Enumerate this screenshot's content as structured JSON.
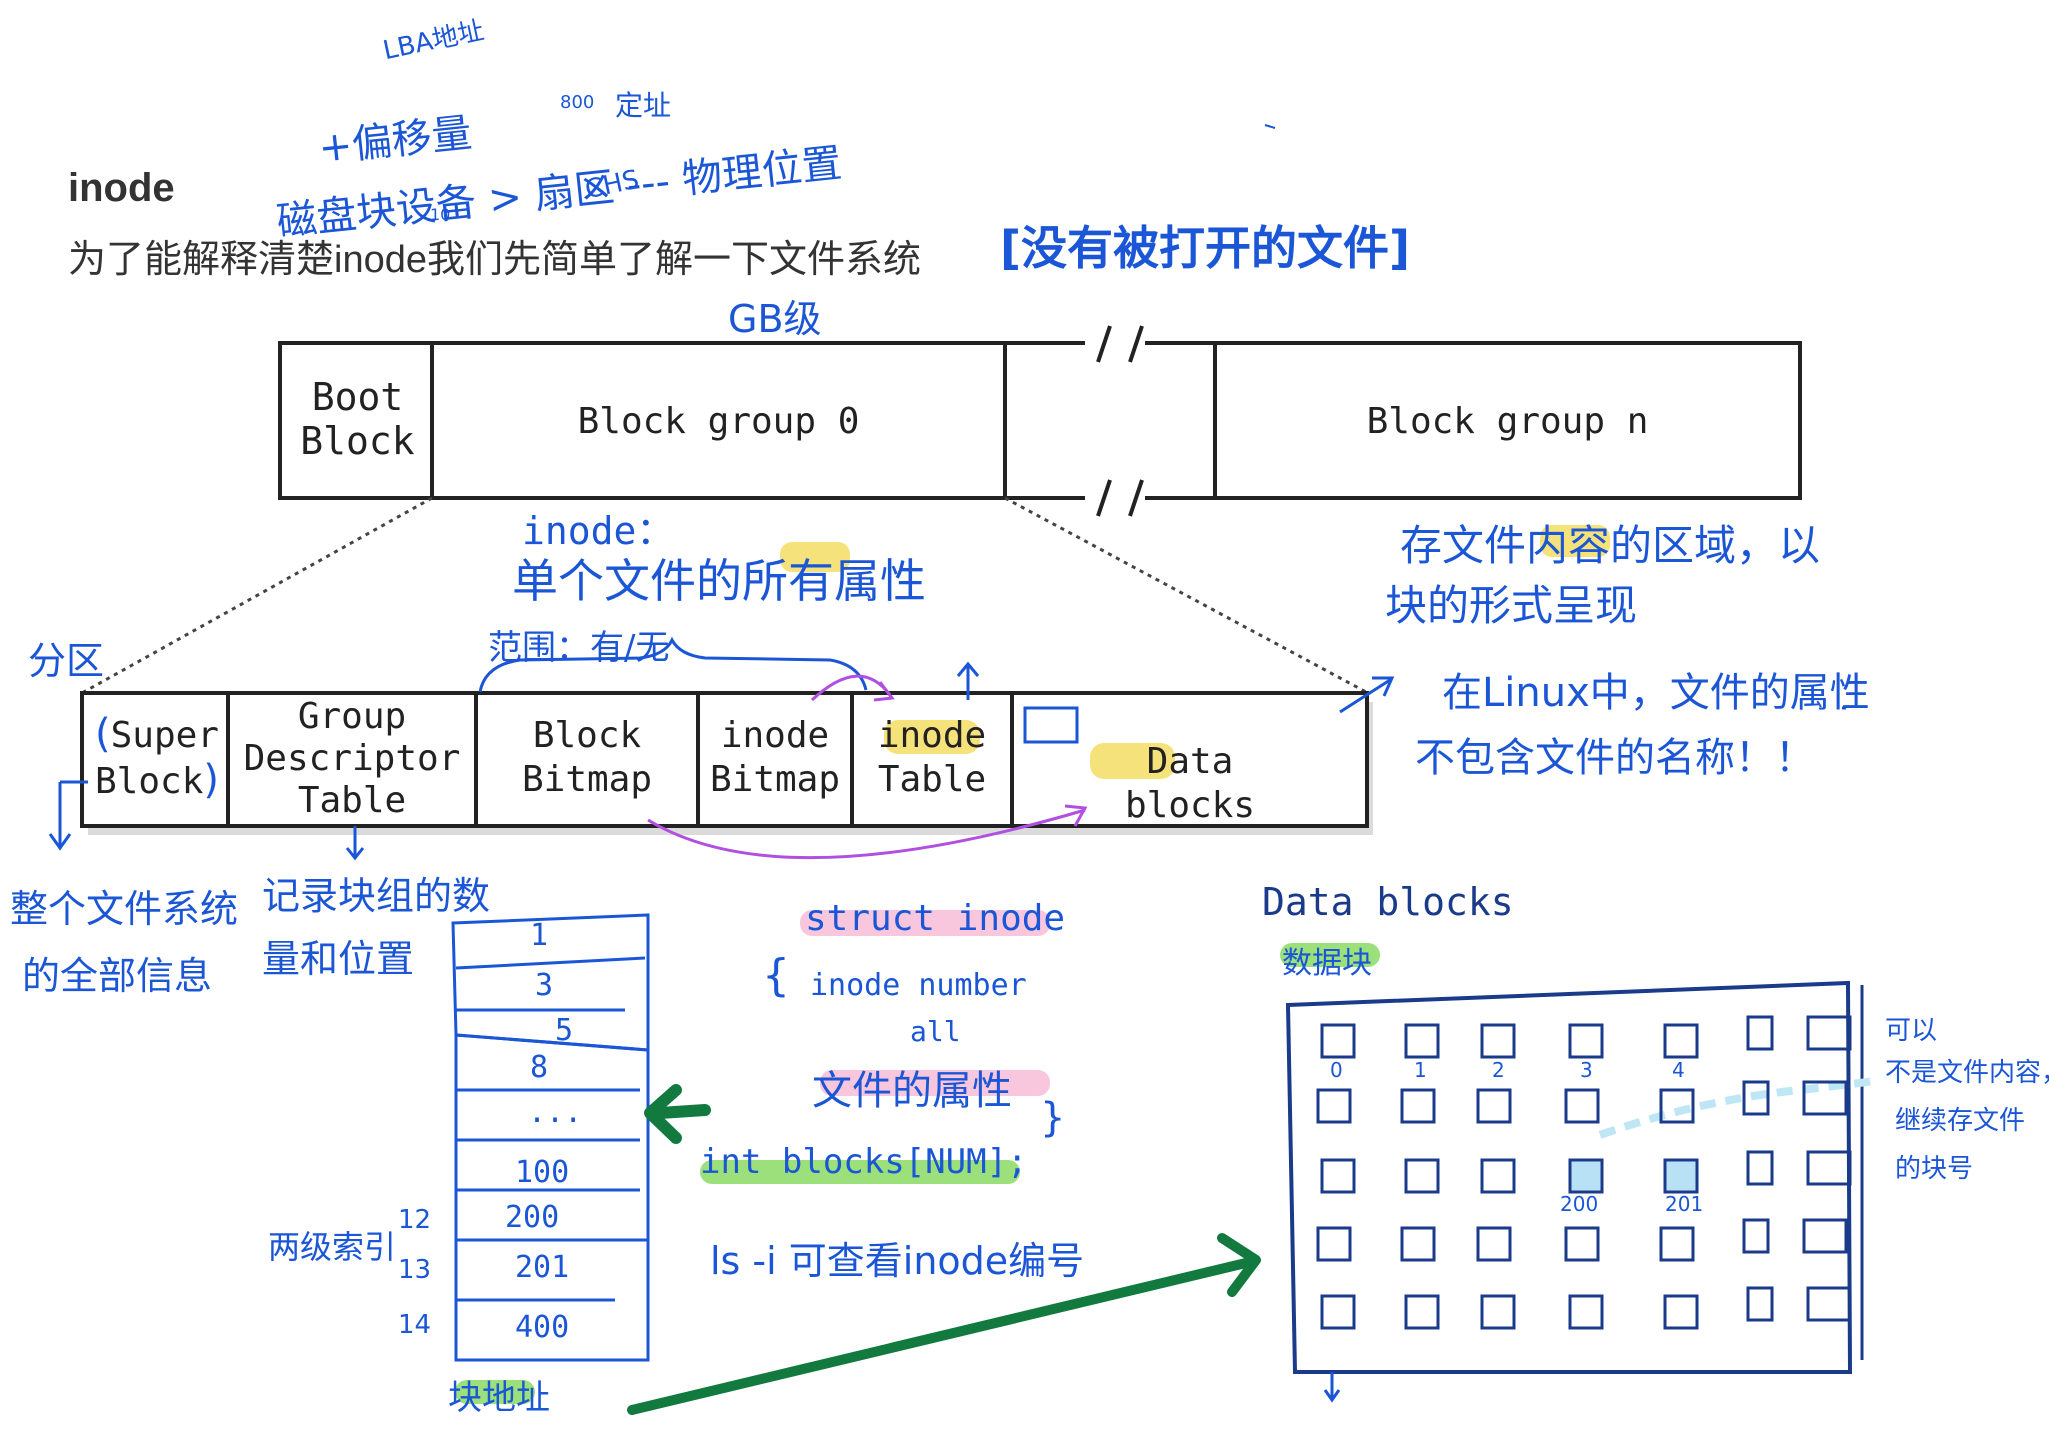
{
  "heading": "inode",
  "intro": "为了能解释清楚inode我们先简单了解一下文件系统",
  "annotations": {
    "lba": "LBA地址",
    "offset": "+偏移量",
    "disk_chain": "磁盘块设备 > 扇区 --- 物理位置",
    "n800": "800",
    "positioning": "定址",
    "chs": "CHS",
    "n10": "10",
    "not_opened": "[没有被打开的文件]",
    "gb_level": "GB级",
    "inode_label": "inode：",
    "inode_desc_prefix": "单个文件的所有",
    "inode_desc_hl": "属性",
    "scope": "范围：有/无",
    "file_content_area_1": "存文件",
    "file_content_area_hl": "内容",
    "file_content_area_2": "的区域，以",
    "file_content_area_3": "块的形式呈现",
    "linux_note_1": "在Linux中，文件的属性",
    "linux_note_2": "不包含文件的名称！！",
    "partition": "分区",
    "super_block_note_1": "整个文件系统",
    "super_block_note_2": "的全部信息",
    "gdt_note_1": "记录块组的数",
    "gdt_note_2": "量和位置",
    "struct_inode": "struct inode",
    "brace_open": "{",
    "inode_number": "inode number",
    "all": "all",
    "file_attrs": "文件的属性",
    "brace_close": "}",
    "int_blocks": "int blocks[NUM];",
    "ls_i": "ls -i 可查看inode编号",
    "two_level_index": "两级索引",
    "block_address": "块地址",
    "data_blocks_title": "Data blocks",
    "data_blocks_cn": "数据块",
    "right_note_1": "可以",
    "right_note_2": "不是文件内容，",
    "right_note_3": "继续存文件",
    "right_note_4": "的块号"
  },
  "top_bar": {
    "boot_block_1": "Boot",
    "boot_block_2": "Block",
    "block_group_0": "Block group 0",
    "block_group_n": "Block group n"
  },
  "group_bar": {
    "super_block_1": "Super",
    "super_block_2": "Block",
    "paren_open": "(",
    "paren_close": ")",
    "gdt_1": "Group",
    "gdt_2": "Descriptor",
    "gdt_3": "Table",
    "block_bitmap_1": "Block",
    "block_bitmap_2": "Bitmap",
    "inode_bitmap_1": "inode",
    "inode_bitmap_2": "Bitmap",
    "inode_table_1": "inode",
    "inode_table_2": "Table",
    "data_blocks": "Data blocks"
  },
  "blocks_array": {
    "rows": [
      "1",
      "3",
      "5",
      "8",
      "...",
      "100",
      "200",
      "201",
      "400"
    ],
    "indices": [
      "12",
      "13",
      "14"
    ]
  },
  "grid": {
    "col_labels": [
      "0",
      "1",
      "2",
      "3",
      "4"
    ],
    "highlight_labels": [
      "200",
      "201"
    ]
  },
  "colors": {
    "ink_blue": "#1a56d6",
    "arrow_green": "#127a3e",
    "arrow_purple": "#b04fe0",
    "highlight_yellow": "#f6e27a",
    "highlight_pink": "#f8c7dd",
    "highlight_green": "#9be07a",
    "cell_fill_blue": "#b9e1f5",
    "dashed_cyan": "#bfe6f5"
  }
}
